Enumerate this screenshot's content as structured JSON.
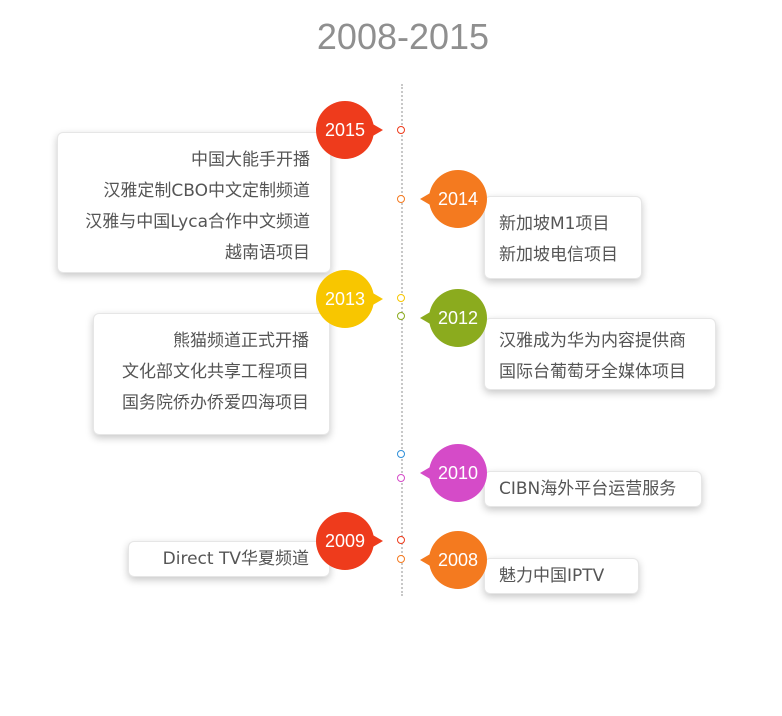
{
  "title": "2008-2015",
  "colors": {
    "red": "#ee3b1c",
    "orange": "#f47a1f",
    "yellow": "#f8c600",
    "green": "#8bab1e",
    "magenta": "#d54bc8"
  },
  "events": [
    {
      "year": "2015",
      "items": [
        "中国大能手开播",
        "汉雅定制CBO中文定制频道",
        "汉雅与中国Lyca合作中文频道",
        "越南语项目"
      ]
    },
    {
      "year": "2014",
      "items": [
        "新加坡M1项目",
        "新加坡电信项目"
      ]
    },
    {
      "year": "2013",
      "items": [
        "熊猫频道正式开播",
        "文化部文化共享工程项目",
        "国务院侨办侨爱四海项目"
      ]
    },
    {
      "year": "2012",
      "items": [
        "汉雅成为华为内容提供商",
        "国际台葡萄牙全媒体项目"
      ]
    },
    {
      "year": "2010",
      "items": [
        "CIBN海外平台运营服务"
      ]
    },
    {
      "year": "2009",
      "items": [
        "Direct TV华夏频道"
      ]
    },
    {
      "year": "2008",
      "items": [
        "魅力中国IPTV"
      ]
    }
  ]
}
